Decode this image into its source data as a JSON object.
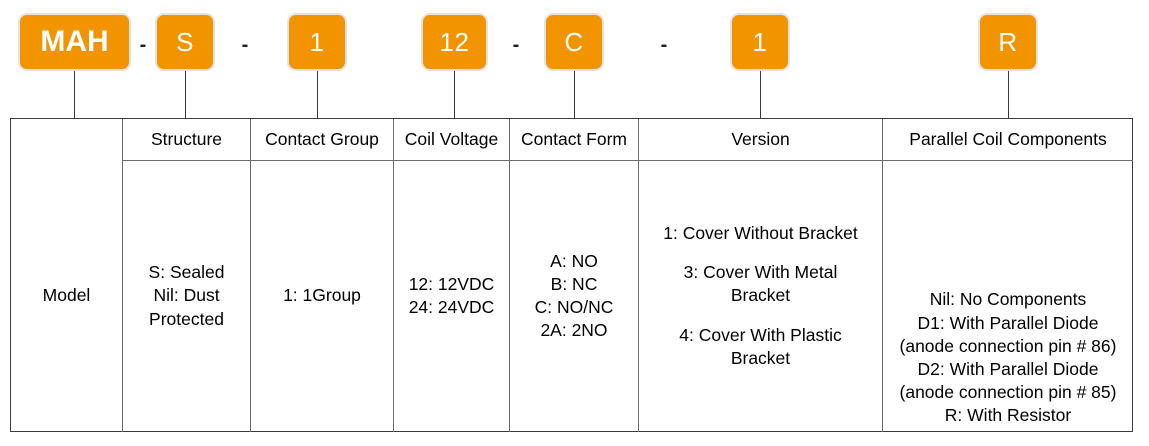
{
  "accent_color": "#F29400",
  "box_border_color": "#e3e3e3",
  "line_color": "#3b3b3b",
  "text_color": "#000000",
  "part_number": {
    "full": "MAH-S-1 12-C-1 R",
    "segments": [
      {
        "id": "model",
        "label": "MAH",
        "bold": true
      },
      {
        "id": "sep-1",
        "label": "-",
        "separator": true
      },
      {
        "id": "structure",
        "label": "S",
        "bold": false
      },
      {
        "id": "sep-2",
        "label": "-",
        "separator": true
      },
      {
        "id": "contact-group",
        "label": "1",
        "bold": false
      },
      {
        "id": "coil-voltage",
        "label": "12",
        "bold": false
      },
      {
        "id": "sep-3",
        "label": "-",
        "separator": true
      },
      {
        "id": "contact-form",
        "label": "C",
        "bold": false
      },
      {
        "id": "sep-4",
        "label": "-",
        "separator": true
      },
      {
        "id": "version",
        "label": "1",
        "bold": false
      },
      {
        "id": "parallel-coil",
        "label": "R",
        "bold": false
      }
    ]
  },
  "table": {
    "headers": [
      {
        "id": "model",
        "label": ""
      },
      {
        "id": "structure",
        "label": "Structure"
      },
      {
        "id": "contact-group",
        "label": "Contact Group"
      },
      {
        "id": "coil-voltage",
        "label": "Coil Voltage"
      },
      {
        "id": "contact-form",
        "label": "Contact Form"
      },
      {
        "id": "version",
        "label": "Version"
      },
      {
        "id": "parallel-coil",
        "label": "Parallel Coil Components"
      }
    ],
    "columns": {
      "model": {
        "lines": [
          "Model"
        ]
      },
      "structure": {
        "lines": [
          "S: Sealed",
          "Nil: Dust",
          "Protected"
        ]
      },
      "contact_group": {
        "lines": [
          "1: 1Group"
        ]
      },
      "coil_voltage": {
        "lines": [
          "12: 12VDC",
          "24: 24VDC"
        ]
      },
      "contact_form": {
        "lines": [
          "A: NO",
          "B: NC",
          "C: NO/NC",
          "2A: 2NO"
        ]
      },
      "version": {
        "lines": [
          "1: Cover Without Bracket",
          "",
          "3: Cover With Metal Bracket",
          "",
          "4: Cover With Plastic Bracket"
        ]
      },
      "parallel_coil": {
        "lines": [
          "Nil: No Components",
          "D1: With Parallel Diode",
          "(anode connection pin # 86)",
          "D2: With Parallel Diode",
          "(anode connection pin # 85)",
          "R: With Resistor"
        ]
      }
    }
  }
}
